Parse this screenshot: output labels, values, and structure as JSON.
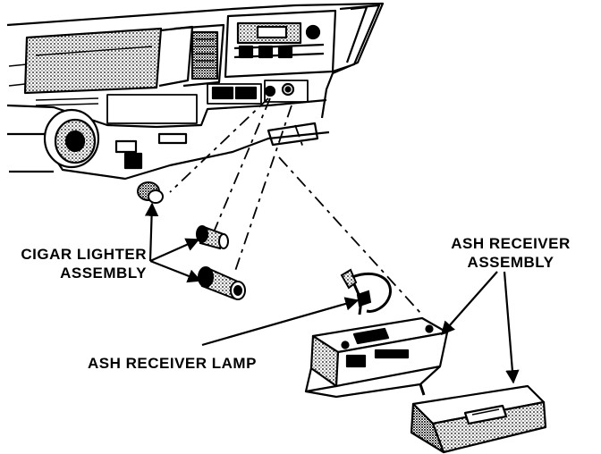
{
  "labels": {
    "cigar_lighter": {
      "line1": "CIGAR LIGHTER",
      "line2": "ASSEMBLY"
    },
    "ash_receiver_assembly": {
      "line1": "ASH RECEIVER",
      "line2": "ASSEMBLY"
    },
    "ash_receiver_lamp": "ASH RECEIVER LAMP"
  },
  "colors": {
    "ink": "#000000",
    "paper": "#ffffff",
    "shade": "#9a9a9a"
  }
}
